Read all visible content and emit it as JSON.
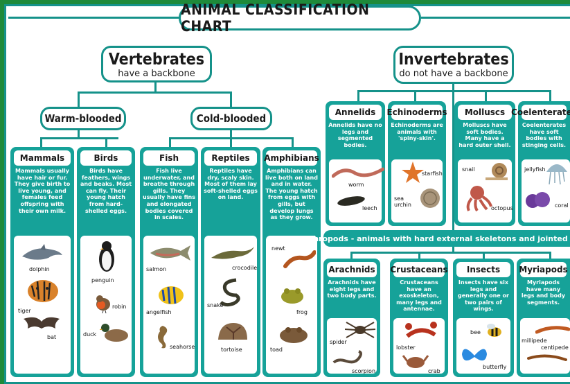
{
  "title": "ANIMAL CLASSIFICATION CHART",
  "vertebrates": {
    "title": "Vertebrates",
    "subtitle": "have a backbone"
  },
  "invertebrates": {
    "title": "Invertebrates",
    "subtitle": "do not have a backbone"
  },
  "warm": "Warm-blooded",
  "cold": "Cold-blooded",
  "arthropods": "Arthropods - animals with hard external skeletons and jointed limbs",
  "groups": {
    "mammals": {
      "name": "Mammals",
      "desc": "Mammals usually have hair or fur. They give birth to live young, and females feed offspring with their own milk.",
      "animals": [
        "dolphin",
        "tiger",
        "bat"
      ]
    },
    "birds": {
      "name": "Birds",
      "desc": "Birds have feathers, wings and beaks. Most can fly. Their young hatch from hard-shelled eggs.",
      "animals": [
        "penguin",
        "robin",
        "duck"
      ]
    },
    "fish": {
      "name": "Fish",
      "desc": "Fish live underwater, and breathe through gills. They usually have fins and elongated bodies covered in scales.",
      "animals": [
        "salmon",
        "angelfish",
        "seahorse"
      ]
    },
    "reptiles": {
      "name": "Reptiles",
      "desc": "Reptiles have dry, scaly skin. Most of them lay soft-shelled eggs on land.",
      "animals": [
        "crocodile",
        "snake",
        "tortoise"
      ]
    },
    "amphibians": {
      "name": "Amphibians",
      "desc": "Amphibians can live both on land and in water. The young hatch from eggs with gills, but develop lungs as they grow.",
      "animals": [
        "newt",
        "frog",
        "toad"
      ]
    },
    "annelids": {
      "name": "Annelids",
      "desc": "Annelids have no legs and segmented bodies.",
      "animals": [
        "worm",
        "leech"
      ]
    },
    "echinoderms": {
      "name": "Echinoderms",
      "desc": "Echinoderms are animals with 'spiny-skin'.",
      "animals": [
        "starfish",
        "sea urchin"
      ]
    },
    "molluscs": {
      "name": "Molluscs",
      "desc": "Molluscs have soft bodies. Many have a hard outer shell.",
      "animals": [
        "snail",
        "octopus"
      ]
    },
    "coelenterates": {
      "name": "Coelenterates",
      "desc": "Coelenterates have soft bodies with stinging cells.",
      "animals": [
        "jellyfish",
        "coral"
      ]
    },
    "arachnids": {
      "name": "Arachnids",
      "desc": "Arachnids have eight legs and two body parts.",
      "animals": [
        "spider",
        "scorpion"
      ]
    },
    "crustaceans": {
      "name": "Crustaceans",
      "desc": "Crustaceans have an exoskeleton, many legs and antennae.",
      "animals": [
        "lobster",
        "crab"
      ]
    },
    "insects": {
      "name": "Insects",
      "desc": "Insects have six legs and generally one or two pairs of wings.",
      "animals": [
        "bee",
        "butterfly"
      ]
    },
    "myriapods": {
      "name": "Myriapods",
      "desc": "Myriapods have many legs and body segments.",
      "animals": [
        "millipede",
        "centipede"
      ]
    }
  },
  "colors": {
    "teal": "#16a299",
    "border": "#15928a",
    "outer": "#1e8a3a"
  }
}
